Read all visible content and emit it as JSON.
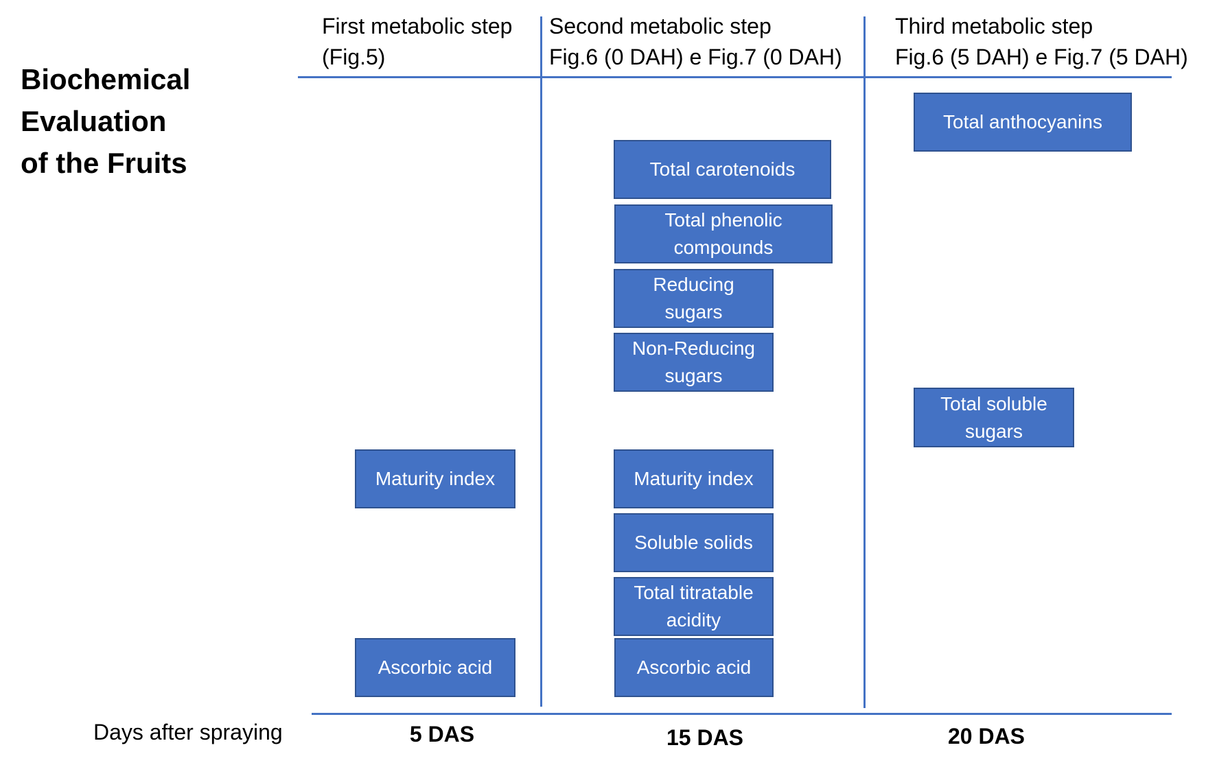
{
  "title": "Biochemical\nEvaluation\nof the Fruits",
  "columns": [
    {
      "header": "First metabolic step\n(Fig.5)",
      "das": "5 DAS"
    },
    {
      "header": "Second metabolic step\nFig.6 (0 DAH) e Fig.7 (0 DAH)",
      "das": "15 DAS"
    },
    {
      "header": "Third metabolic step\nFig.6 (5 DAH) e Fig.7 (5 DAH)",
      "das": "20 DAS"
    }
  ],
  "axis_label": "Days after spraying",
  "boxes": {
    "first": [
      "Maturity index",
      "Ascorbic acid"
    ],
    "second": [
      "Total carotenoids",
      "Total phenolic\ncompounds",
      "Reducing\nsugars",
      "Non-Reducing\nsugars",
      "Maturity index",
      "Soluble solids",
      "Total titratable\nacidity",
      "Ascorbic acid"
    ],
    "third": [
      "Total anthocyanins",
      "Total soluble\nsugars"
    ]
  },
  "colors": {
    "box_fill": "#4472c4",
    "box_border": "#2f528f",
    "line": "#4472c4",
    "box_text": "#ffffff"
  }
}
